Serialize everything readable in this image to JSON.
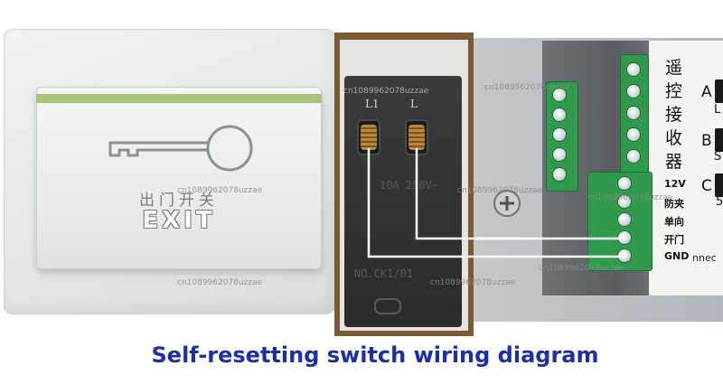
{
  "switch_front": {
    "label_chinese": "出门开关",
    "label_english": "EXIT"
  },
  "switch_back": {
    "terminal_left": "L1",
    "terminal_right": "L",
    "rating": "10A 250V~",
    "model_code": "NO.CK1/01"
  },
  "receiver": {
    "title_chars": [
      "遥",
      "控",
      "接",
      "收",
      "器"
    ],
    "channels": [
      "A",
      "B",
      "C"
    ],
    "channel_partial": [
      "L",
      "S",
      "5"
    ],
    "terminal_labels": [
      "12V",
      "防夹",
      "单向",
      "开门",
      "GND"
    ],
    "connector_text": "nnec"
  },
  "watermark": "cn1089962078uzzae",
  "caption": "Self-resetting switch wiring diagram",
  "colors": {
    "caption": "#1b2fa8",
    "terminal_block": "#2f9a4c",
    "wire": "#ffffff",
    "frame": "#7a5a33"
  }
}
